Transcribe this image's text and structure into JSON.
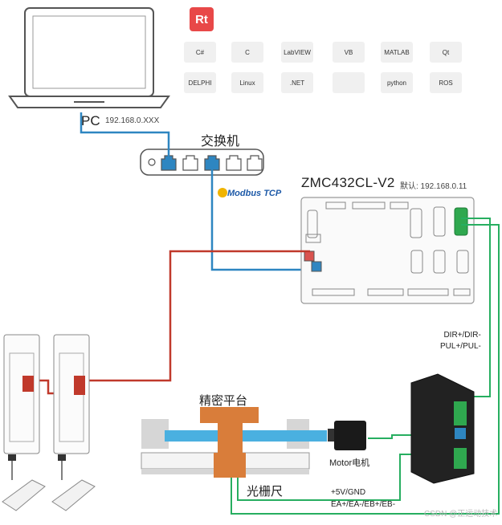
{
  "pc": {
    "label": "PC",
    "ip": "192.168.0.XXX"
  },
  "switch": {
    "label": "交换机"
  },
  "protocol": {
    "label": "Modbus TCP"
  },
  "controller": {
    "name": "ZMC432CL-V2",
    "ip_label": "默认: 192.168.0.11"
  },
  "logos": {
    "rt": "Rt",
    "row1": [
      "C#",
      "C",
      "LabVIEW",
      "VB",
      "MATLAB",
      "Qt"
    ],
    "row2": [
      "DELPHI",
      "Linux",
      ".NET",
      "",
      "python",
      "ROS"
    ]
  },
  "signals": {
    "dir_line1": "DIR+/DIR-",
    "dir_line2": "PUL+/PUL-"
  },
  "platform": {
    "label": "精密平台"
  },
  "motor": {
    "label": "Motor电机"
  },
  "grating": {
    "label": "光栅尺"
  },
  "encoder": {
    "line1": "+5V/GND",
    "line2": "EA+/EA-/EB+/EB-"
  },
  "watermark": "CSDN @正运动技术",
  "colors": {
    "ethernet_blue": "#2e86c1",
    "ethercat_red": "#c0392b",
    "signal_green": "#27ae60",
    "platform_orange": "#d97d3a",
    "screw_blue": "#4ab0e0",
    "motor_black": "#1a1a1a"
  }
}
